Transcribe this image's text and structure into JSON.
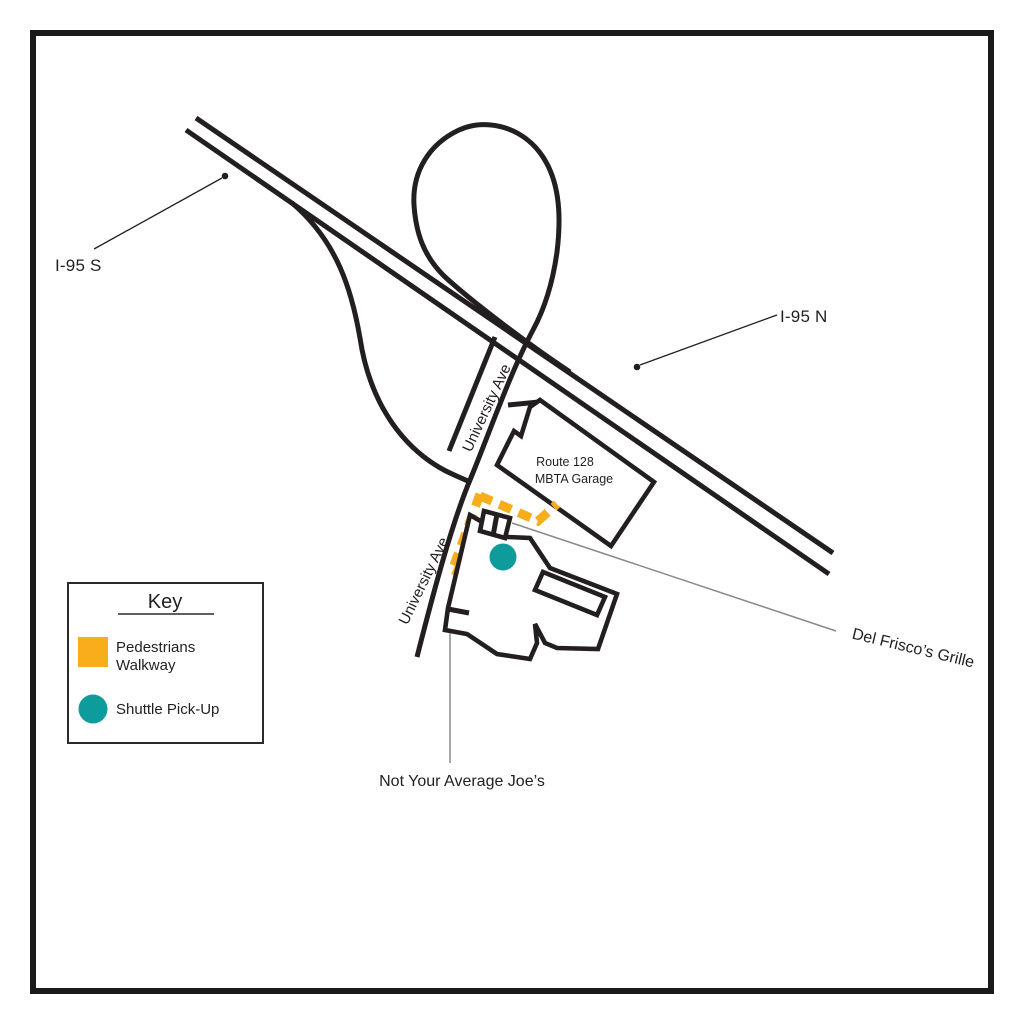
{
  "labels": {
    "i95_s": "I-95 S",
    "i95_n": "I-95 N",
    "university_ave_upper": "University Ave",
    "university_ave_lower": "University Ave",
    "garage_line1": "Route 128",
    "garage_line2": "MBTA Garage",
    "del_friscos": "Del Frisco’s Grille",
    "average_joes": "Not Your Average Joe’s"
  },
  "key": {
    "title": "Key",
    "items": [
      {
        "symbol": "walkway-swatch",
        "line1": "Pedestrians",
        "line2": "Walkway"
      },
      {
        "symbol": "shuttle-dot",
        "line1": "Shuttle Pick-Up"
      }
    ]
  },
  "colors": {
    "road_black": "#231F20",
    "walkway_yellow": "#F8AE1A",
    "shuttle_teal": "#0E9B9B",
    "leader_gray": "#8A8A8A",
    "background": "#FFFFFF"
  }
}
